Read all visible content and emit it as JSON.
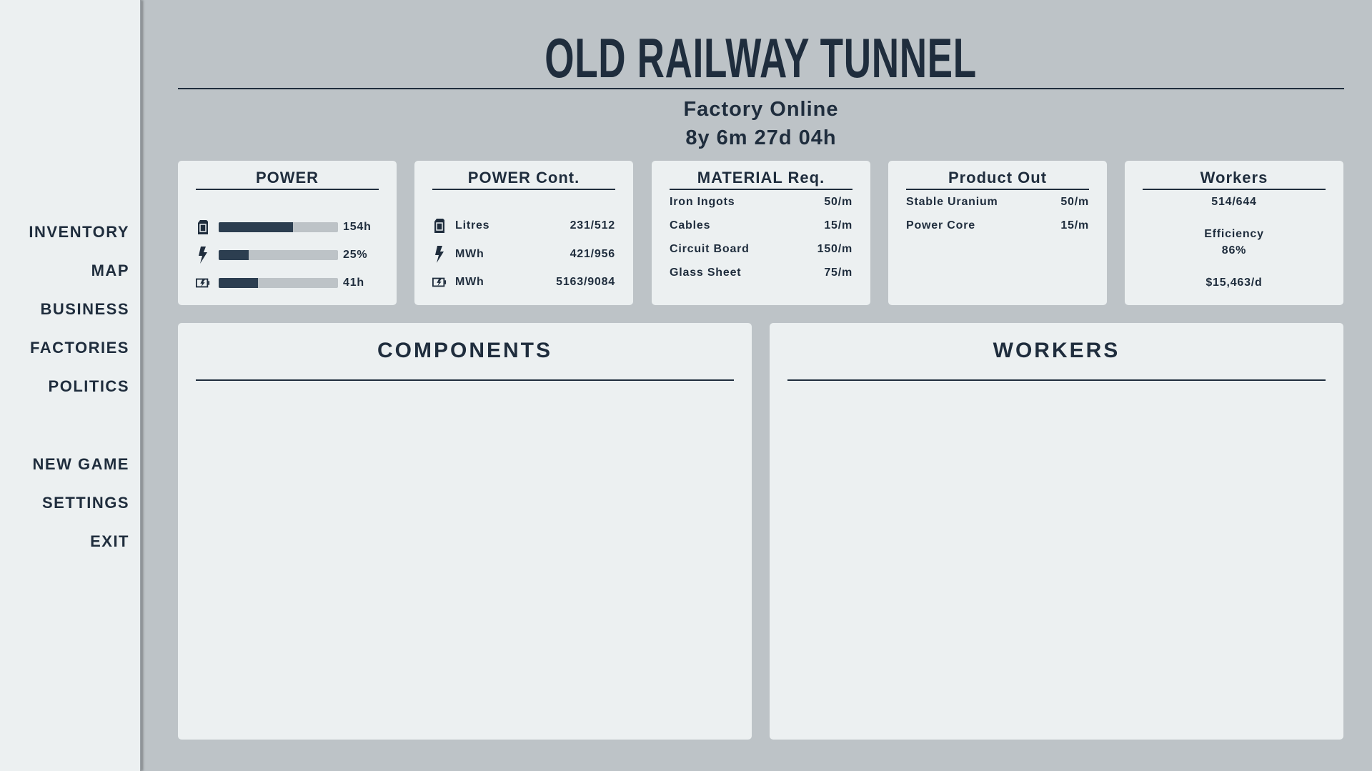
{
  "sidebar": {
    "items": [
      "INVENTORY",
      "MAP",
      "BUSINESS",
      "FACTORIES",
      "POLITICS",
      "NEW GAME",
      "SETTINGS",
      "EXIT"
    ]
  },
  "header": {
    "title": "OLD RAILWAY TUNNEL",
    "status": "Factory Online",
    "age": "8y 6m 27d 04h"
  },
  "power": {
    "title": "POWER",
    "rows": [
      {
        "icon": "fuel-can-icon",
        "fill": 0.62,
        "value": "154h"
      },
      {
        "icon": "lightning-icon",
        "fill": 0.25,
        "value": "25%"
      },
      {
        "icon": "battery-charging-icon",
        "fill": 0.33,
        "value": "41h"
      }
    ]
  },
  "power_cont": {
    "title": "POWER Cont.",
    "rows": [
      {
        "icon": "fuel-can-icon",
        "label": "Litres",
        "value": "231/512"
      },
      {
        "icon": "lightning-icon",
        "label": "MWh",
        "value": "421/956"
      },
      {
        "icon": "battery-charging-icon",
        "label": "MWh",
        "value": "5163/9084"
      }
    ]
  },
  "material": {
    "title": "MATERIAL Req.",
    "rows": [
      {
        "label": "Iron Ingots",
        "value": "50/m"
      },
      {
        "label": "Cables",
        "value": "15/m"
      },
      {
        "label": "Circuit Board",
        "value": "150/m"
      },
      {
        "label": "Glass Sheet",
        "value": "75/m"
      }
    ]
  },
  "product": {
    "title": "Product Out",
    "rows": [
      {
        "label": "Stable Uranium",
        "value": "50/m"
      },
      {
        "label": "Power Core",
        "value": "15/m"
      }
    ]
  },
  "workers_card": {
    "title": "Workers",
    "count": "514/644",
    "efficiency_label": "Efficiency",
    "efficiency": "86%",
    "wages": "$15,463/d"
  },
  "panels": {
    "components": "COMPONENTS",
    "workers": "WORKERS"
  },
  "colors": {
    "dark": "#1f2d3d",
    "bar_fill": "#2c3e50",
    "background": "#bdc3c7",
    "card": "#ecf0f1"
  }
}
